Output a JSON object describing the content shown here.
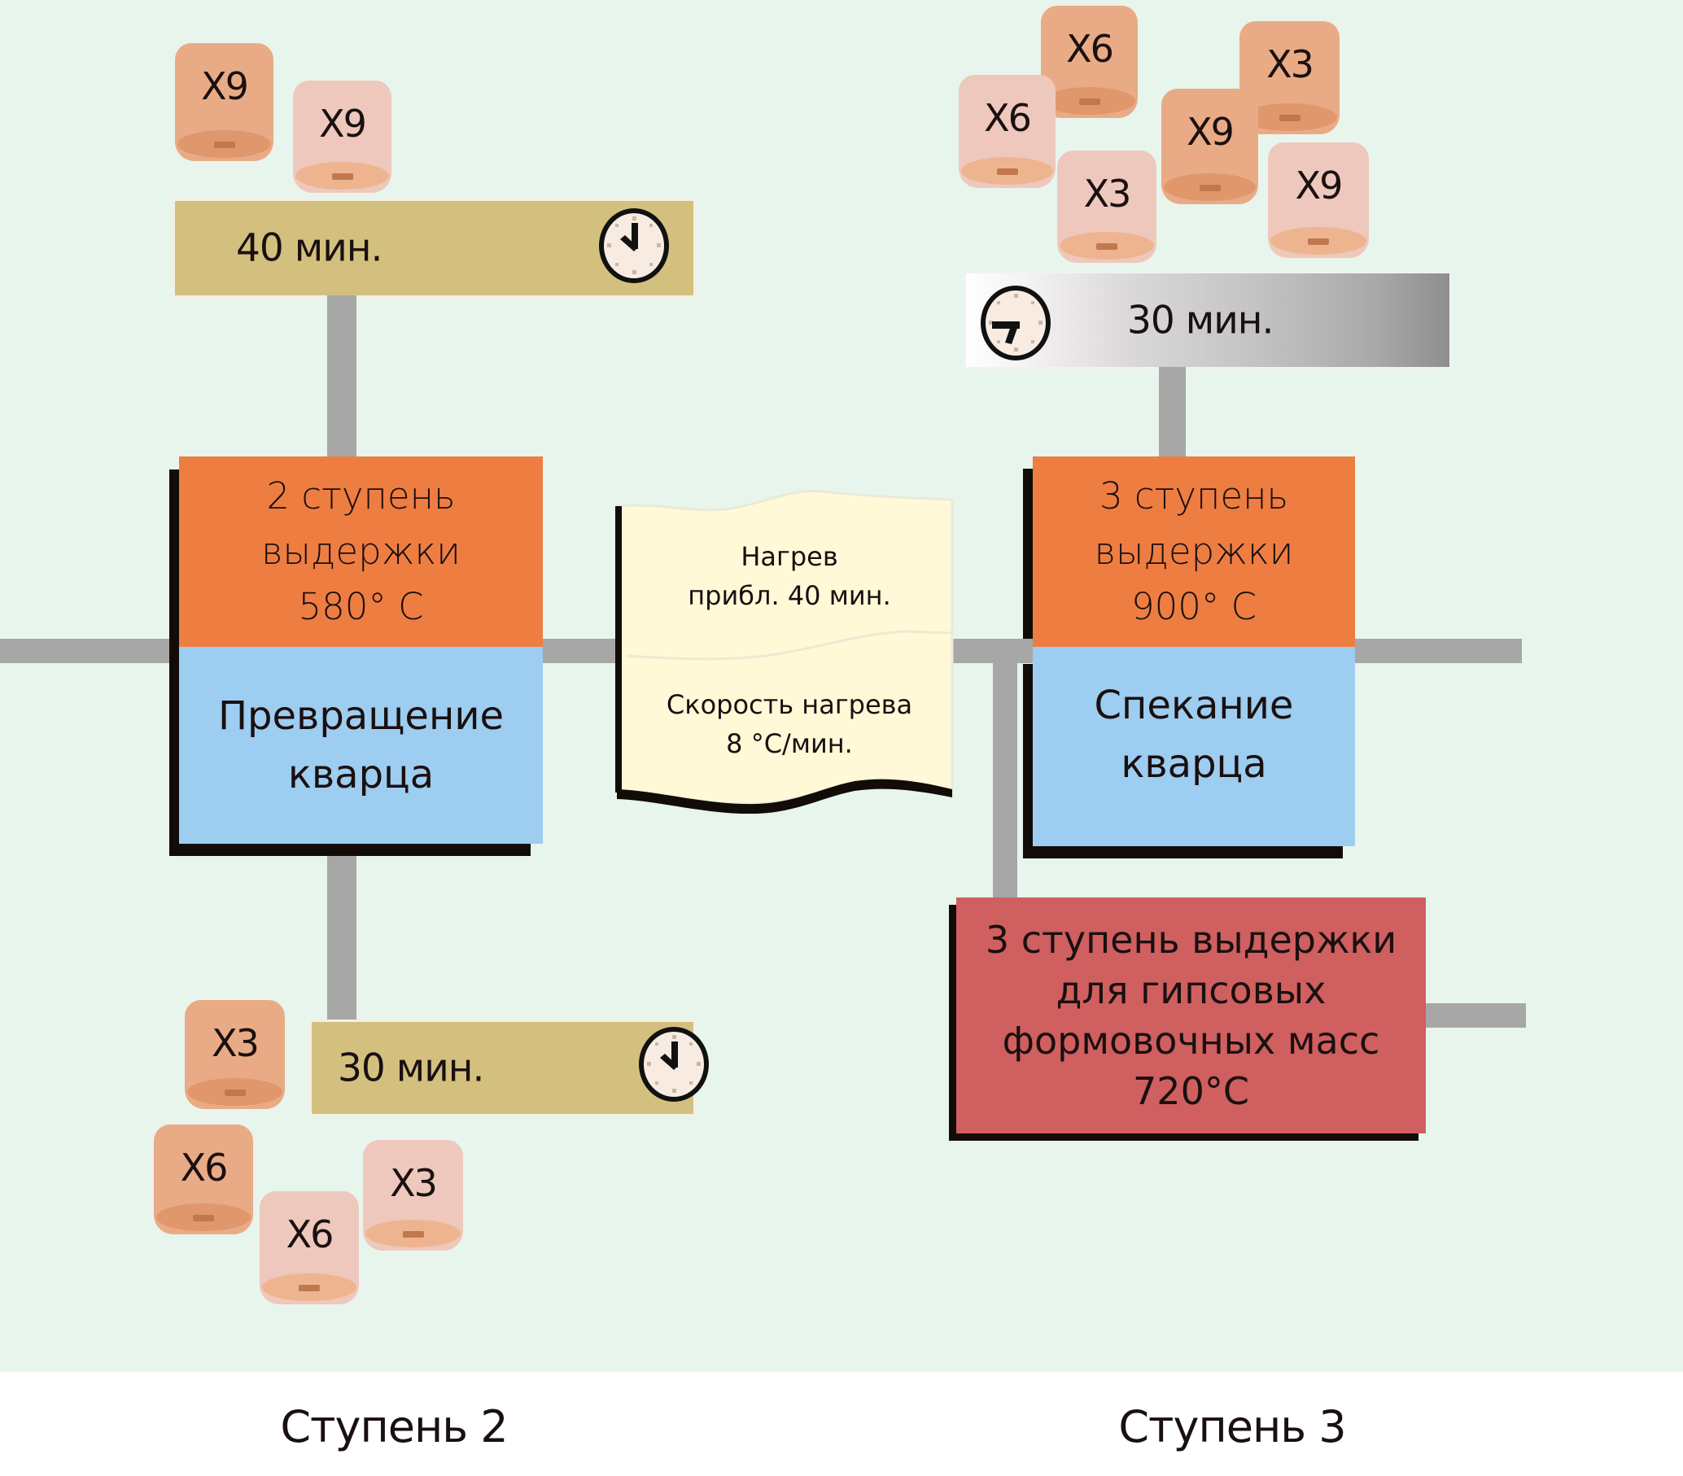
{
  "colors": {
    "background": "#e8f5ec",
    "hold_stage": "#ee7d42",
    "quartz_process": "#9dcdf0",
    "gypsum_stage": "#d05f60",
    "timer_bar_tan": "#d4c07e",
    "connector": "#a7a7a7",
    "paper_note": "#fff9d8",
    "ring_dark": "#e9ab86",
    "ring_light": "#eec8bc"
  },
  "stage2": {
    "footer_label": "Ступень 2",
    "timer_top": {
      "label": "40 мин.",
      "icon": "clock-icon"
    },
    "hold_box": {
      "lines": [
        "2 ступень",
        "выдержки",
        "580° C"
      ]
    },
    "process_box": {
      "lines": [
        "Превращение",
        "кварца"
      ]
    },
    "timer_bottom": {
      "label": "30 мин.",
      "icon": "clock-icon"
    },
    "rings_top": [
      "X9",
      "X9"
    ],
    "rings_bottom": [
      "X3",
      "X6",
      "X6",
      "X3"
    ]
  },
  "heating_note": {
    "line1": "Нагрев",
    "line2": "прибл. 40 мин.",
    "line3": "Скорость нагрева",
    "line4": "8 °C/мин."
  },
  "stage3": {
    "footer_label": "Ступень 3",
    "timer_top": {
      "label": "30 мин.",
      "icon": "clock-icon"
    },
    "hold_box": {
      "lines": [
        "3 ступень",
        "выдержки",
        "900° C"
      ]
    },
    "process_box": {
      "lines": [
        "Спекание",
        "кварца"
      ]
    },
    "gypsum_box": {
      "lines": [
        "3 ступень выдержки",
        "для гипсовых",
        "формовочных масс",
        "720°C"
      ]
    },
    "rings_top": [
      "X6",
      "X6",
      "X3",
      "X9",
      "X3",
      "X9"
    ]
  }
}
